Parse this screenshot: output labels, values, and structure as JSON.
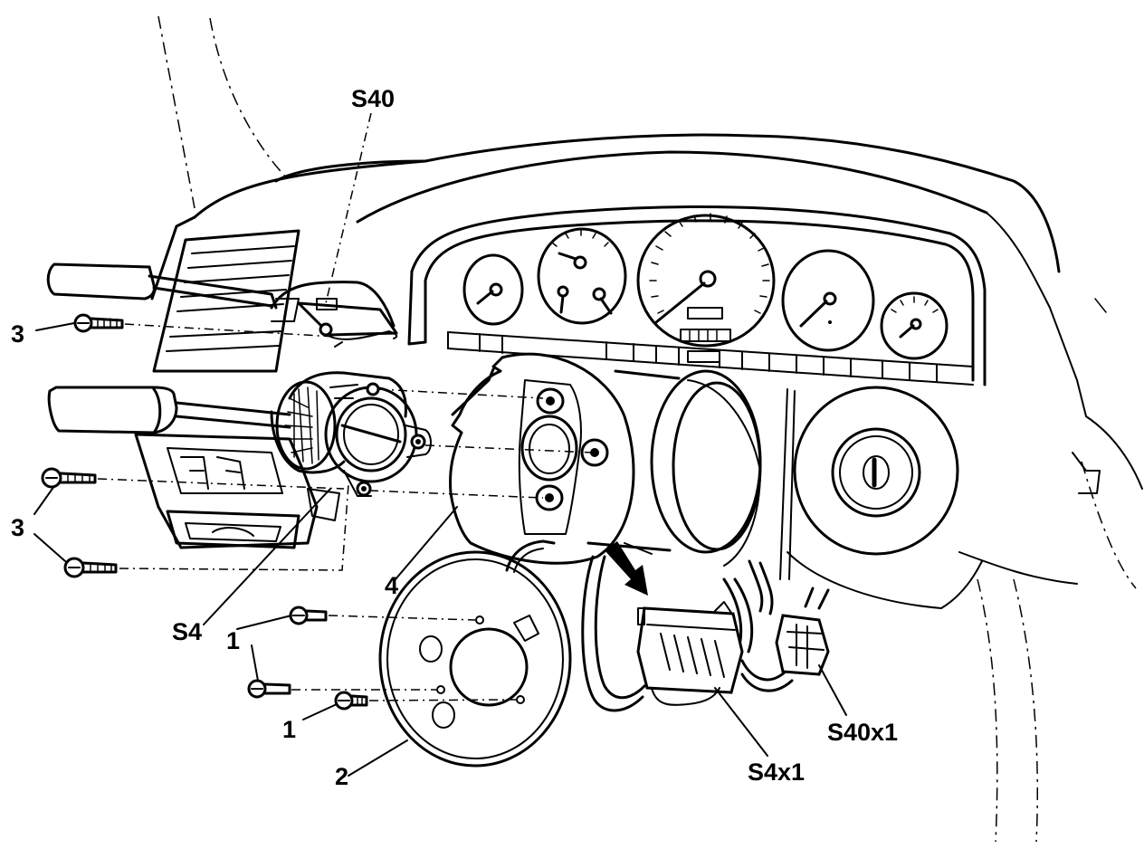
{
  "diagram": {
    "labels": {
      "s40": "S40",
      "s4": "S4",
      "s4x1": "S4x1",
      "s40x1": "S40x1",
      "part_1a": "1",
      "part_1b": "1",
      "part_2": "2",
      "part_3a": "3",
      "part_3b": "3",
      "part_4": "4"
    }
  }
}
